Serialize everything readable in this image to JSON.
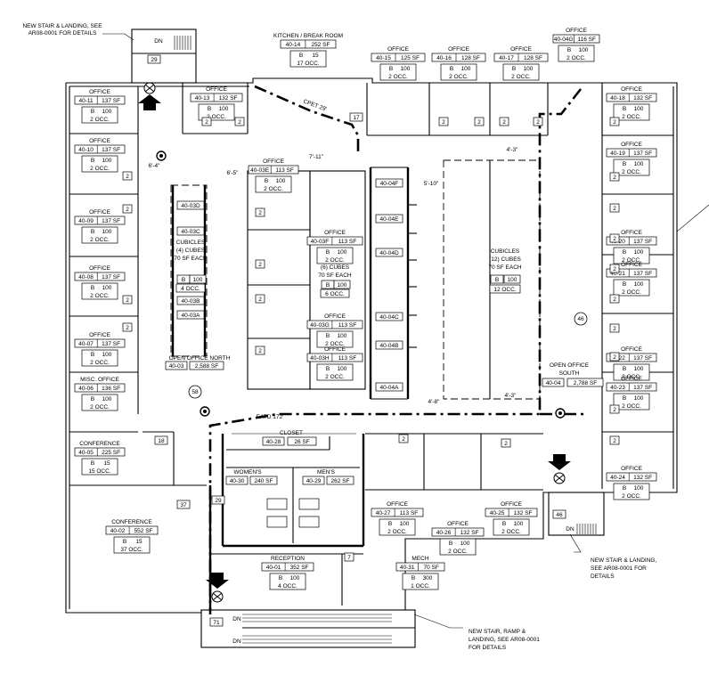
{
  "notes": {
    "stair_top": [
      "NEW STAIR & LANDING, SEE",
      "AR08-0001 FOR DETAILS"
    ],
    "stair_right": [
      "NEW STAIR & LANDING,",
      "SEE AR08-0001 FOR",
      "DETAILS"
    ],
    "stair_bottom": [
      "NEW STAIR, RAMP &",
      "LANDING, SEE AR08-0001",
      "FOR DETAILS"
    ]
  },
  "rooms": {
    "kitchen": {
      "name": "KITCHEN / BREAK ROOM",
      "id": "40-14",
      "area": "252 SF",
      "occ_type": "B",
      "load": "15",
      "occ": "17 OCC."
    },
    "off_40_15": {
      "name": "OFFICE",
      "id": "40-15",
      "area": "125 SF",
      "occ_type": "B",
      "load": "100",
      "occ": "2 OCC."
    },
    "off_40_16": {
      "name": "OFFICE",
      "id": "40-16",
      "area": "128 SF",
      "occ_type": "B",
      "load": "100",
      "occ": "2 OCC."
    },
    "off_40_17": {
      "name": "OFFICE",
      "id": "40-17",
      "area": "128 SF",
      "occ_type": "B",
      "load": "100",
      "occ": "2 OCC."
    },
    "off_40_04g": {
      "name": "OFFICE",
      "id": "40-04G",
      "area": "116 SF",
      "occ_type": "B",
      "load": "100",
      "occ": "2 OCC."
    },
    "off_40_11": {
      "name": "OFFICE",
      "id": "40-11",
      "area": "137 SF",
      "occ_type": "B",
      "load": "100",
      "occ": "2 OCC."
    },
    "off_40_13": {
      "name": "OFFICE",
      "id": "40-13",
      "area": "132 SF",
      "occ_type": "B",
      "load": "100",
      "occ": "2 OCC."
    },
    "off_40_10": {
      "name": "OFFICE",
      "id": "40-10",
      "area": "137 SF",
      "occ_type": "B",
      "load": "100",
      "occ": "2 OCC."
    },
    "off_40_09": {
      "name": "OFFICE",
      "id": "40-09",
      "area": "137 SF",
      "occ_type": "B",
      "load": "100",
      "occ": "2 OCC."
    },
    "off_40_08": {
      "name": "OFFICE",
      "id": "40-08",
      "area": "137 SF",
      "occ_type": "B",
      "load": "100",
      "occ": "2 OCC."
    },
    "off_40_07": {
      "name": "OFFICE",
      "id": "40-07",
      "area": "137 SF",
      "occ_type": "B",
      "load": "100",
      "occ": "2 OCC."
    },
    "misc_40_06": {
      "name": "MISC. OFFICE",
      "id": "40-06",
      "area": "136 SF",
      "occ_type": "B",
      "load": "100",
      "occ": "2 OCC."
    },
    "conf_40_05": {
      "name": "CONFERENCE",
      "id": "40-05",
      "area": "225 SF",
      "occ_type": "B",
      "load": "15",
      "occ": "15 OCC."
    },
    "conf_40_02": {
      "name": "CONFERENCE",
      "id": "40-02",
      "area": "552 SF",
      "occ_type": "B",
      "load": "15",
      "occ": "37 OCC."
    },
    "off_40_03e": {
      "name": "OFFICE",
      "id": "40-03E",
      "area": "113 SF",
      "occ_type": "B",
      "load": "100",
      "occ": "2 OCC."
    },
    "off_40_03f": {
      "name": "OFFICE",
      "id": "40-03F",
      "area": "113 SF",
      "occ_type": "B",
      "load": "100",
      "occ": "2 OCC."
    },
    "off_40_03g": {
      "name": "OFFICE",
      "id": "40-03G",
      "area": "113 SF",
      "occ_type": "B",
      "load": "100",
      "occ": "2 OCC."
    },
    "off_40_03h": {
      "name": "OFFICE",
      "id": "40-03H",
      "area": "113 SF",
      "occ_type": "B",
      "load": "100",
      "occ": "2 OCC."
    },
    "oo_north": {
      "name": "OPEN OFFICE NORTH",
      "id": "40-03",
      "area": "2,588 SF"
    },
    "oo_south": {
      "name": "OPEN OFFICE",
      "name2": "SOUTH",
      "id": "40-04",
      "area": "2,788 SF"
    },
    "off_40_18": {
      "name": "OFFICE",
      "id": "40-18",
      "area": "132 SF",
      "occ_type": "B",
      "load": "100",
      "occ": "2 OCC."
    },
    "off_40_19": {
      "name": "OFFICE",
      "id": "40-19",
      "area": "137 SF",
      "occ_type": "B",
      "load": "100",
      "occ": "2 OCC."
    },
    "off_40_20": {
      "name": "OFFICE",
      "id": "40-20",
      "area": "137 SF",
      "occ_type": "B",
      "load": "100",
      "occ": "2 OCC."
    },
    "off_40_21": {
      "name": "OFFICE",
      "id": "40-21",
      "area": "137 SF",
      "occ_type": "B",
      "load": "100",
      "occ": "2 OCC."
    },
    "off_40_22": {
      "name": "OFFICE",
      "id": "40-22",
      "area": "137 SF",
      "occ_type": "B",
      "load": "100",
      "occ": "2 OCC."
    },
    "off_40_23": {
      "name": "OFFICE",
      "id": "40-23",
      "area": "137 SF",
      "occ_type": "B",
      "load": "100",
      "occ": "2 OCC."
    },
    "off_40_24": {
      "name": "OFFICE",
      "id": "40-24",
      "area": "132 SF",
      "occ_type": "B",
      "load": "100",
      "occ": "2 OCC."
    },
    "closet": {
      "name": "CLOSET",
      "id": "40-28",
      "area": "26 SF"
    },
    "womens": {
      "name": "WOMEN'S",
      "id": "40-30",
      "area": "240 SF"
    },
    "mens": {
      "name": "MEN'S",
      "id": "40-29",
      "area": "262 SF"
    },
    "off_40_27": {
      "name": "OFFICE",
      "id": "40-27",
      "area": "113 SF",
      "occ_type": "B",
      "load": "100",
      "occ": "2 OCC."
    },
    "off_40_26": {
      "name": "OFFICE",
      "id": "40-26",
      "area": "132 SF",
      "occ_type": "B",
      "load": "100",
      "occ": "2 OCC."
    },
    "off_40_25": {
      "name": "OFFICE",
      "id": "40-25",
      "area": "132 SF",
      "occ_type": "B",
      "load": "100",
      "occ": "2 OCC."
    },
    "reception": {
      "name": "RECEPTION",
      "id": "40-01",
      "area": "352 SF",
      "occ_type": "B",
      "load": "100",
      "occ": "4 OCC."
    },
    "mech": {
      "name": "MECH",
      "id": "40-31",
      "area": "70 SF",
      "occ_type": "B",
      "load": "300",
      "occ": "1 OCC."
    }
  },
  "cubes_a": {
    "ids": [
      "40-03D",
      "40-03C",
      "40-03B",
      "40-03A"
    ],
    "label1": "CUBICLES",
    "label2": "(4) CUBES",
    "label3": "70 SF EACH",
    "occ_type": "B",
    "load": "100",
    "occ": "4 OCC."
  },
  "cubes_b": {
    "ids": [
      "40-04F",
      "40-04E",
      "40-04D",
      "40-04C",
      "40-04B",
      "40-04A"
    ],
    "label1": "(6) CUBES",
    "label2": "70 SF EACH",
    "occ_type": "B",
    "load": "100",
    "occ": "6 OCC."
  },
  "cubes_c": {
    "label1": "CUBICLES",
    "label2": "(12) CUBES",
    "label3": "70 SF EACH",
    "occ_type": "B",
    "load": "100",
    "occ": "12 OCC."
  },
  "dims": {
    "d1": "6'-4\"",
    "d2": "6'-5\"",
    "d3": "7'-11\"",
    "d4": "5'-10\"",
    "d5": "4'-3\"",
    "d6": "4'-8\"",
    "d7": "4'-3\""
  },
  "paths": {
    "cpet": "CPET 29'",
    "eatd": "EATD 172'"
  },
  "tags": {
    "t29a": "29",
    "t29b": "29",
    "t17": "17",
    "t18": "18",
    "t37": "37",
    "t46a": "46",
    "t46b": "46",
    "t58": "58",
    "t71": "71"
  },
  "stairs": {
    "dn1": "DN",
    "dn2": "DN",
    "dn3": "DN",
    "dn4": "DN"
  },
  "doors": {
    "n2a": "2",
    "n2b": "2",
    "n2c": "2",
    "n2d": "2",
    "n2e": "2",
    "n2f": "2",
    "n2g": "2",
    "n2h": "2",
    "n2i": "2",
    "n2j": "2",
    "n2k": "2",
    "n2l": "2",
    "n2m": "2",
    "n2n": "2",
    "n2o": "2",
    "n2p": "2",
    "n2q": "2",
    "n2r": "2",
    "n2s": "2",
    "n2t": "2",
    "n2u": "2",
    "n2v": "2",
    "n2w": "2",
    "n2x": "2",
    "n2y": "2",
    "n2z": "2",
    "n7": "7"
  }
}
